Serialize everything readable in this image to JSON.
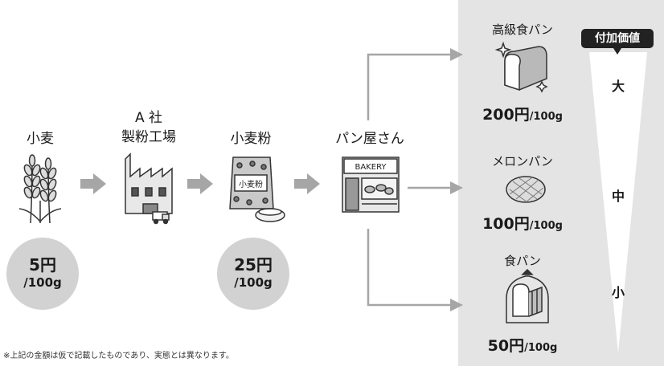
{
  "diagram": {
    "stages": {
      "wheat": {
        "label": "小麦",
        "price": "5円",
        "unit": "/100g"
      },
      "mill": {
        "label_line1": "A 社",
        "label_line2": "製粉工場"
      },
      "flour": {
        "label": "小麦粉",
        "bag_label": "小麦粉",
        "price": "25円",
        "unit": "/100g"
      },
      "bakery": {
        "label": "パン屋さん",
        "sign": "BAKERY"
      }
    },
    "products": [
      {
        "name": "高級食パン",
        "price": "200円",
        "unit": "/100g"
      },
      {
        "name": "メロンパン",
        "price": "100円",
        "unit": "/100g"
      },
      {
        "name": "食パン",
        "price": "50円",
        "unit": "/100g"
      }
    ],
    "value_scale": {
      "title": "付加価値",
      "levels": [
        "大",
        "中",
        "小"
      ]
    },
    "footnote": "※上記の金額は仮で記載したものであり、実態とは異なります。"
  },
  "colors": {
    "panel_bg": "#e4e4e4",
    "circle_bg": "#d2d2d2",
    "arrow": "#a6a6a6",
    "badge_bg": "#222222"
  }
}
